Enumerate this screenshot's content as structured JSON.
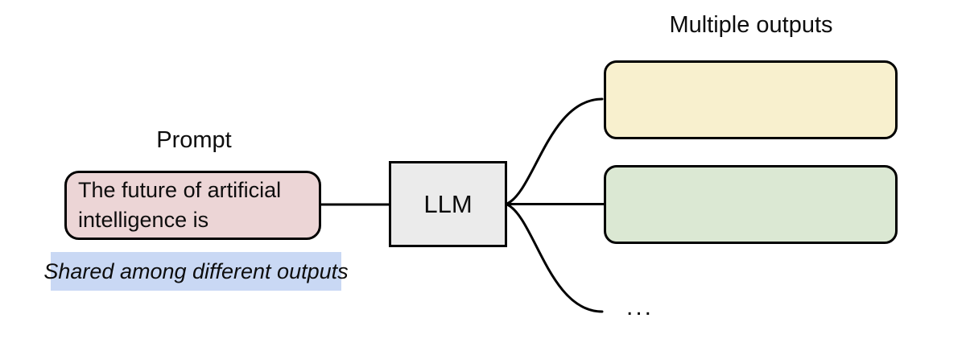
{
  "diagram": {
    "prompt_label": "Prompt",
    "prompt_box_text": "The future of artificial intelligence is",
    "shared_note": "Shared among different outputs",
    "llm_label": "LLM",
    "outputs_label": "Multiple outputs",
    "ellipsis": "..."
  },
  "colors": {
    "background": "#ffffff",
    "stroke": "#000000",
    "prompt_fill": "#ecd5d6",
    "note_fill": "#c9d8f4",
    "llm_fill": "#ebebeb",
    "output1_fill": "#f8f0ce",
    "output2_fill": "#dbe8d3"
  }
}
